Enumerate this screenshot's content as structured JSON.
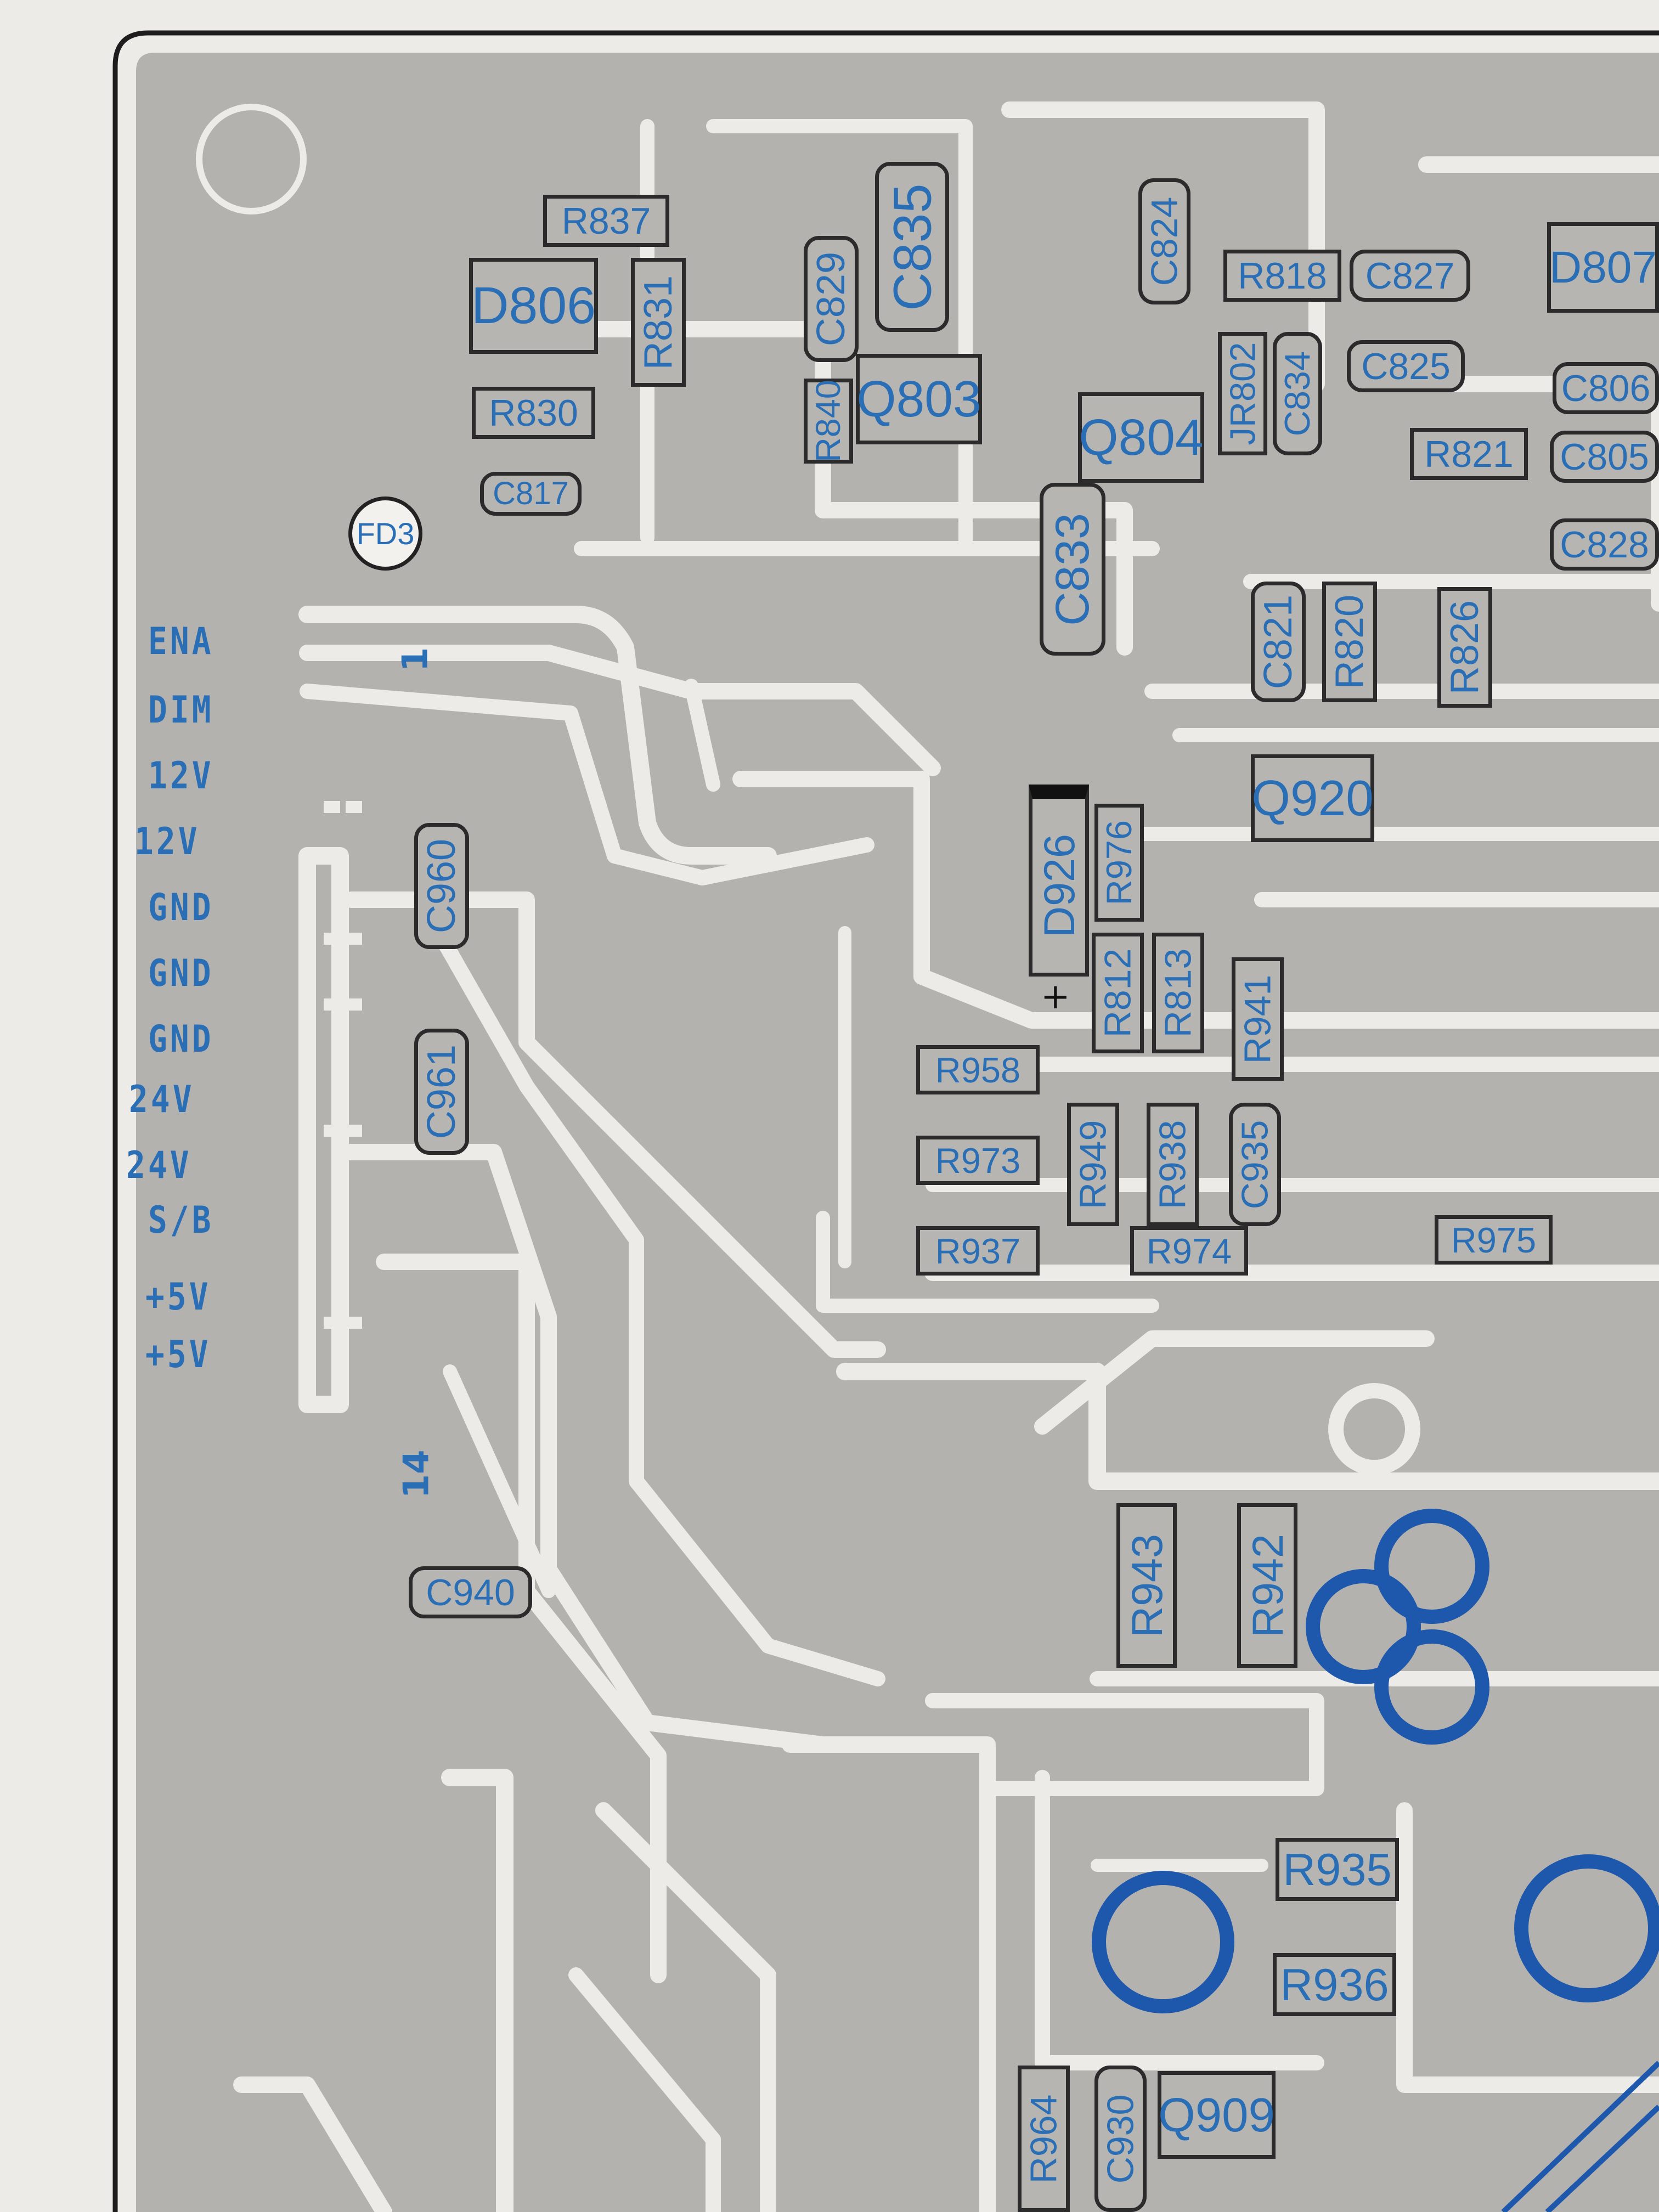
{
  "board": {
    "trace_color": "#b4b2ae",
    "pad_color": "#1e58ad",
    "label_color": "#2a6fb5",
    "paper_color": "#ecebe7"
  },
  "connector": {
    "pin_first": "1",
    "pin_last": "14",
    "pins": [
      "ENA",
      "DIM",
      "12V",
      "12V",
      "GND",
      "GND",
      "GND",
      "24V",
      "24V",
      "S/B",
      "+5V",
      "+5V"
    ]
  },
  "fiducial": "FD3",
  "diode_polarity": "+",
  "components": [
    {
      "ref": "R837",
      "kind": "res",
      "orient": "h"
    },
    {
      "ref": "D806",
      "kind": "res",
      "orient": "h"
    },
    {
      "ref": "R831",
      "kind": "res",
      "orient": "v"
    },
    {
      "ref": "R830",
      "kind": "res",
      "orient": "h"
    },
    {
      "ref": "C817",
      "kind": "cap",
      "orient": "h"
    },
    {
      "ref": "C829",
      "kind": "cap",
      "orient": "v"
    },
    {
      "ref": "C835",
      "kind": "cap",
      "orient": "v"
    },
    {
      "ref": "Q803",
      "kind": "res",
      "orient": "h"
    },
    {
      "ref": "R840",
      "kind": "res",
      "orient": "v"
    },
    {
      "ref": "C824",
      "kind": "cap",
      "orient": "v"
    },
    {
      "ref": "Q804",
      "kind": "res",
      "orient": "h"
    },
    {
      "ref": "C833",
      "kind": "cap",
      "orient": "v"
    },
    {
      "ref": "R818",
      "kind": "res",
      "orient": "h"
    },
    {
      "ref": "C827",
      "kind": "cap",
      "orient": "h"
    },
    {
      "ref": "D807",
      "kind": "res",
      "orient": "h"
    },
    {
      "ref": "JR802",
      "kind": "res",
      "orient": "v"
    },
    {
      "ref": "C834",
      "kind": "cap",
      "orient": "v"
    },
    {
      "ref": "C825",
      "kind": "cap",
      "orient": "h"
    },
    {
      "ref": "C806",
      "kind": "cap",
      "orient": "h"
    },
    {
      "ref": "R821",
      "kind": "res",
      "orient": "h"
    },
    {
      "ref": "C805",
      "kind": "cap",
      "orient": "h"
    },
    {
      "ref": "C828",
      "kind": "cap",
      "orient": "h"
    },
    {
      "ref": "C821",
      "kind": "cap",
      "orient": "v"
    },
    {
      "ref": "R820",
      "kind": "res",
      "orient": "v"
    },
    {
      "ref": "R826",
      "kind": "res",
      "orient": "v"
    },
    {
      "ref": "Q920",
      "kind": "res",
      "orient": "h"
    },
    {
      "ref": "C960",
      "kind": "cap",
      "orient": "v"
    },
    {
      "ref": "D926",
      "kind": "diode",
      "orient": "v"
    },
    {
      "ref": "R976",
      "kind": "res",
      "orient": "v"
    },
    {
      "ref": "R812",
      "kind": "res",
      "orient": "v"
    },
    {
      "ref": "R813",
      "kind": "res",
      "orient": "v"
    },
    {
      "ref": "R941",
      "kind": "res",
      "orient": "v"
    },
    {
      "ref": "C961",
      "kind": "cap",
      "orient": "v"
    },
    {
      "ref": "R958",
      "kind": "res",
      "orient": "h"
    },
    {
      "ref": "R973",
      "kind": "res",
      "orient": "h"
    },
    {
      "ref": "R949",
      "kind": "res",
      "orient": "v"
    },
    {
      "ref": "R938",
      "kind": "res",
      "orient": "v"
    },
    {
      "ref": "C935",
      "kind": "cap",
      "orient": "v"
    },
    {
      "ref": "R937",
      "kind": "res",
      "orient": "h"
    },
    {
      "ref": "R974",
      "kind": "res",
      "orient": "h"
    },
    {
      "ref": "R975",
      "kind": "res",
      "orient": "h"
    },
    {
      "ref": "C940",
      "kind": "cap",
      "orient": "h"
    },
    {
      "ref": "R943",
      "kind": "res",
      "orient": "v"
    },
    {
      "ref": "R942",
      "kind": "res",
      "orient": "v"
    },
    {
      "ref": "R935",
      "kind": "res",
      "orient": "h"
    },
    {
      "ref": "R936",
      "kind": "res",
      "orient": "h"
    },
    {
      "ref": "R964",
      "kind": "res",
      "orient": "v"
    },
    {
      "ref": "C930",
      "kind": "cap",
      "orient": "v"
    },
    {
      "ref": "Q909",
      "kind": "res",
      "orient": "h"
    }
  ]
}
